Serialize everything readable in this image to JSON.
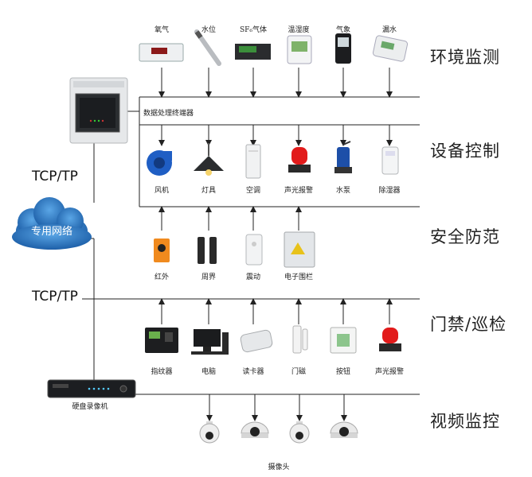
{
  "sections": {
    "env": "环境监测",
    "equip": "设备控制",
    "security": "安全防范",
    "access": "门禁/巡检",
    "video": "视频监控"
  },
  "network": {
    "tcp_top": "TCP/TP",
    "tcp_bottom": "TCP/TP",
    "cloud": "专用网络",
    "processor": "数据处理终端器",
    "dvr": "硬盘录像机"
  },
  "env_devices": [
    "氧气",
    "水位",
    "SF₆气体",
    "温湿度",
    "气象",
    "漏水"
  ],
  "equip_devices": [
    "风机",
    "灯具",
    "空调",
    "声光报警",
    "水泵",
    "除湿器"
  ],
  "security_devices": [
    "红外",
    "周界",
    "震动",
    "电子围栏"
  ],
  "access_devices": [
    "指纹器",
    "电脑",
    "读卡器",
    "门磁",
    "按钮",
    "声光报警"
  ],
  "camera_label": "摄像头"
}
